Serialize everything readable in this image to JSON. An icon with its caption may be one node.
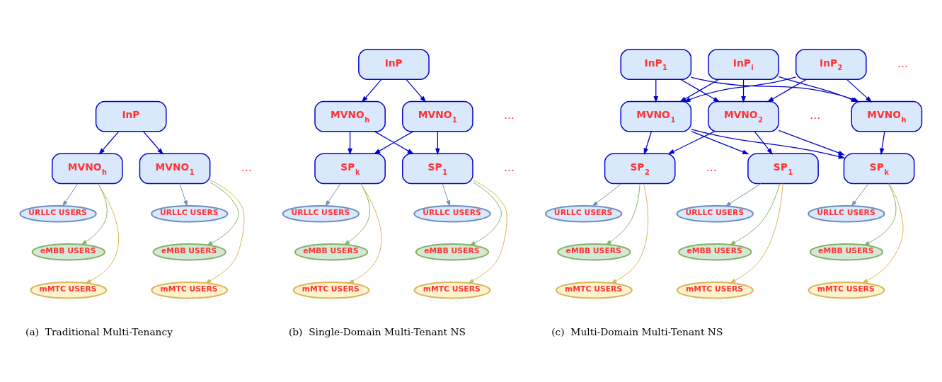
{
  "diagram": {
    "nodes": [
      {
        "text": [
          "InP"
        ]
      },
      {
        "text": [
          "MVNO$_{1}$"
        ]
      },
      {
        "text": [
          "MVNO$_{h}$"
        ]
      },
      {
        "text": [
          "URLLC USERS"
        ]
      },
      {
        "text": [
          "eMBB USERS"
        ]
      },
      {
        "text": [
          "mMTC USERS"
        ]
      },
      {
        "text": [
          "URLLC USERS"
        ]
      },
      {
        "text": [
          "eMBB USERS"
        ]
      },
      {
        "text": [
          "mMTC USERS"
        ]
      },
      {
        "text": [
          "InP"
        ]
      },
      {
        "text": [
          "MVNO$_{1}$"
        ]
      },
      {
        "text": [
          "MVNO$_{h}$"
        ]
      },
      {
        "text": [
          "SP$_{1}$"
        ]
      },
      {
        "text": [
          "SP$_{k}$"
        ]
      },
      {
        "text": [
          "URLLC USERS"
        ]
      },
      {
        "text": [
          "eMBB USERS"
        ]
      },
      {
        "text": [
          "mMTC USERS"
        ]
      },
      {
        "text": [
          "URLLC USERS"
        ]
      },
      {
        "text": [
          "eMBB USERS"
        ]
      },
      {
        "text": [
          "mMTC USERS"
        ]
      },
      {
        "text": [
          "InP$_{1}$"
        ]
      },
      {
        "text": [
          "InP$_{2}$"
        ]
      },
      {
        "text": [
          "InP$_{i}$"
        ]
      },
      {
        "text": [
          "MVNO$_{1}$"
        ]
      },
      {
        "text": [
          "MVNO$_{2}$"
        ]
      },
      {
        "text": [
          "MVNO$_{h}$"
        ]
      },
      {
        "text": [
          "SP$_{1}$"
        ]
      },
      {
        "text": [
          "SP$_{2}$"
        ]
      },
      {
        "text": [
          "SP$_{k}$"
        ]
      },
      {
        "text": [
          "URLLC USERS"
        ]
      },
      {
        "text": [
          "eMBB USERS"
        ]
      },
      {
        "text": [
          "mMTC USERS"
        ]
      },
      {
        "text": [
          "URLLC USERS"
        ]
      },
      {
        "text": [
          "eMBB USERS"
        ]
      },
      {
        "text": [
          "mMTC USERS"
        ]
      },
      {
        "text": [
          "URLLC USERS"
        ]
      },
      {
        "text": [
          "eMBB USERS"
        ]
      },
      {
        "text": [
          "mMTC USERS"
        ]
      }
    ],
    "edges": [
      {
        "from": 0,
        "to": 1,
        "arrow": "to"
      },
      {
        "from": 0,
        "to": 2,
        "arrow": "to"
      },
      {
        "from": 1,
        "to": 3,
        "arrow": "to",
        "color": "#6c8ebf"
      },
      {
        "from": 1,
        "to": 4,
        "arrow": "to",
        "color": "#82b366"
      },
      {
        "from": 1,
        "to": 5,
        "arrow": "to",
        "color": "#d6b656"
      },
      {
        "from": 2,
        "to": 6,
        "arrow": "to",
        "color": "#6c8ebf"
      },
      {
        "from": 2,
        "to": 7,
        "arrow": "to",
        "color": "#82b366"
      },
      {
        "from": 2,
        "to": 8,
        "arrow": "to",
        "color": "#d6b656"
      },
      {
        "from": 9,
        "to": 10,
        "arrow": "to"
      },
      {
        "from": 9,
        "to": 11,
        "arrow": "to"
      },
      {
        "from": 10,
        "to": 12,
        "arrow": "to"
      },
      {
        "from": 10,
        "to": 13,
        "arrow": "to"
      },
      {
        "from": 11,
        "to": 12,
        "arrow": "to"
      },
      {
        "from": 11,
        "to": 13,
        "arrow": "to"
      },
      {
        "from": 12,
        "to": 14,
        "arrow": "to",
        "color": "#6c8ebf"
      },
      {
        "from": 12,
        "to": 15,
        "arrow": "to",
        "color": "#82b366"
      },
      {
        "from": 12,
        "to": 16,
        "arrow": "to",
        "color": "#d6b656"
      },
      {
        "from": 13,
        "to": 17,
        "arrow": "to",
        "color": "#6c8ebf"
      },
      {
        "from": 13,
        "to": 18,
        "arrow": "to",
        "color": "#82b366"
      },
      {
        "from": 13,
        "to": 19,
        "arrow": "to",
        "color": "#d6b656"
      },
      {
        "from": 20,
        "to": 23,
        "arrow": "to"
      },
      {
        "from": 20,
        "to": 24,
        "arrow": "to"
      },
      {
        "from": 20,
        "to": 25,
        "arrow": "to"
      },
      {
        "from": 21,
        "to": 23,
        "arrow": "to"
      },
      {
        "from": 21,
        "to": 24,
        "arrow": "to"
      },
      {
        "from": 21,
        "to": 25,
        "arrow": "to"
      },
      {
        "from": 22,
        "to": 23,
        "arrow": "to"
      },
      {
        "from": 22,
        "to": 24,
        "arrow": "to"
      },
      {
        "from": 22,
        "to": 25,
        "arrow": "to"
      },
      {
        "from": 23,
        "to": 26,
        "arrow": "to"
      },
      {
        "from": 23,
        "to": 27,
        "arrow": "to"
      },
      {
        "from": 23,
        "to": 28,
        "arrow": "to"
      },
      {
        "from": 24,
        "to": 26,
        "arrow": "to"
      },
      {
        "from": 24,
        "to": 27,
        "arrow": "to"
      },
      {
        "from": 24,
        "to": 28,
        "arrow": "to"
      },
      {
        "from": 25,
        "to": 28,
        "arrow": "to"
      },
      {
        "from": 26,
        "to": 29,
        "arrow": "to",
        "color": "#6c8ebf"
      },
      {
        "from": 26,
        "to": 30,
        "arrow": "to",
        "color": "#82b366"
      },
      {
        "from": 26,
        "to": 31,
        "arrow": "to",
        "color": "#d6b656"
      },
      {
        "from": 27,
        "to": 32,
        "arrow": "to",
        "color": "#6c8ebf"
      },
      {
        "from": 27,
        "to": 33,
        "arrow": "to",
        "color": "#82b366"
      },
      {
        "from": 27,
        "to": 34,
        "arrow": "to",
        "color": "#d6b656"
      },
      {
        "from": 28,
        "to": 35,
        "arrow": "to",
        "color": "#6c8ebf"
      },
      {
        "from": 28,
        "to": 36,
        "arrow": "to",
        "color": "#82b366"
      },
      {
        "from": 28,
        "to": 37,
        "arrow": "to",
        "color": "#d6b656"
      }
    ],
    "labels": [
      "...",
      "(a)  Traditional Multi-Tenancy",
      "...",
      "...",
      "(b)  Single-Domain Multi-Tenant NS",
      "...",
      "...",
      "...",
      "(c)  Multi-Domain Multi-Tenant NS"
    ]
  }
}
